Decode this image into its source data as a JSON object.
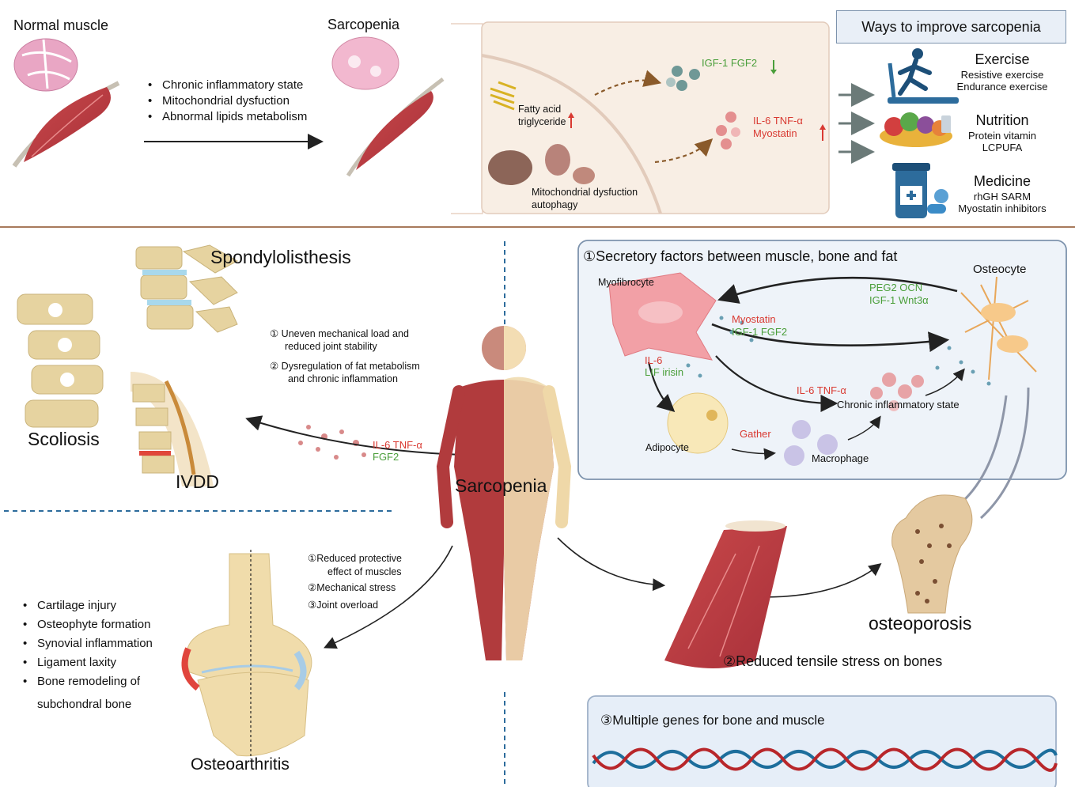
{
  "top": {
    "normal_muscle": "Normal muscle",
    "sarcopenia": "Sarcopenia",
    "causes": [
      "Chronic inflammatory state",
      "Mitochondrial dysfuction",
      "Abnormal lipids metabolism"
    ],
    "mechanism": {
      "fatty_acid": "Fatty acid",
      "triglyceride": "triglyceride",
      "igf_fgf": "IGF-1   FGF2",
      "il6_tnf": "IL-6  TNF-α",
      "myostatin": "Myostatin",
      "mito1": "Mitochondrial dysfuction",
      "mito2": "autophagy"
    },
    "ways": {
      "title": "Ways to improve sarcopenia",
      "items": [
        {
          "heading": "Exercise",
          "lines": [
            "Resistive exercise",
            "Endurance exercise"
          ]
        },
        {
          "heading": "Nutrition",
          "lines": [
            "Protein vitamin",
            "LCPUFA"
          ]
        },
        {
          "heading": "Medicine",
          "lines": [
            "rhGH SARM",
            "Myostatin inhibitors"
          ]
        }
      ]
    }
  },
  "spine": {
    "spondylolisthesis": "Spondylolisthesis",
    "scoliosis": "Scoliosis",
    "ivdd": "IVDD",
    "reasons": [
      "① Uneven mechanical load and",
      "reduced joint stability",
      "② Dysregulation of fat metabolism",
      "and chronic inflammation"
    ],
    "factors_red": "IL-6 TNF-α",
    "factors_green": "FGF2"
  },
  "center": {
    "label": "Sarcopenia"
  },
  "secretory": {
    "title": "①Secretory factors between muscle, bone and fat",
    "myofibrocyte": "Myofibrocyte",
    "osteocyte": "Osteocyte",
    "bone_factors_1": "PEG2  OCN",
    "bone_factors_2": "IGF-1  Wnt3α",
    "myostatin": "Myostatin",
    "igf_fgf": "IGF-1  FGF2",
    "il6": "IL-6",
    "lif_irisin": "LIF  irisin",
    "il6_tnf": "IL-6 TNF-α",
    "chronic": "Chronic inflammatory state",
    "adipocyte": "Adipocyte",
    "gather": "Gather",
    "macrophage": "Macrophage"
  },
  "oa": {
    "label": "Osteoarthritis",
    "bullets": [
      "Cartilage injury",
      "Osteophyte formation",
      "Synovial inflammation",
      "Ligament laxity",
      "Bone remodeling of",
      "subchondral bone"
    ],
    "reasons": [
      "①Reduced protective",
      "effect of muscles",
      "②Mechanical stress",
      "③Joint overload"
    ]
  },
  "bone": {
    "osteoporosis": "osteoporosis",
    "tensile": "②Reduced tensile stress on bones",
    "genes": "③Multiple genes for bone and muscle"
  }
}
